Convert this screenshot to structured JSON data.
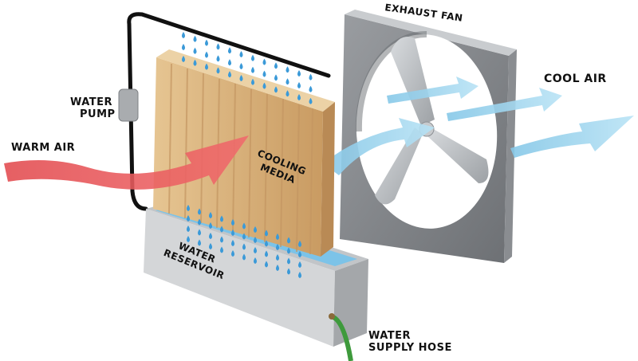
{
  "diagram": {
    "title": "Evaporative cooler components",
    "labels": {
      "exhaust_fan": "EXHAUST FAN",
      "cool_air": "COOL AIR",
      "water_pump_line1": "WATER",
      "water_pump_line2": "PUMP",
      "warm_air": "WARM AIR",
      "cooling_media_line1": "COOLING",
      "cooling_media_line2": "MEDIA",
      "water_reservoir_line1": "WATER",
      "water_reservoir_line2": "RESERVOIR",
      "water_supply_hose_line1": "WATER",
      "water_supply_hose_line2": "SUPPLY HOSE"
    },
    "colors": {
      "warm_air": "#e8464b",
      "cool_air": "#9fd6ee",
      "wood": "#d9b07a",
      "wood_dark": "#b88a55",
      "metal": "#b9bcbf",
      "metal_dark": "#7d8084",
      "water": "#7cc3e8",
      "drop": "#3b9ad8",
      "hose": "#3e9a3c",
      "pipe": "#111111"
    }
  }
}
